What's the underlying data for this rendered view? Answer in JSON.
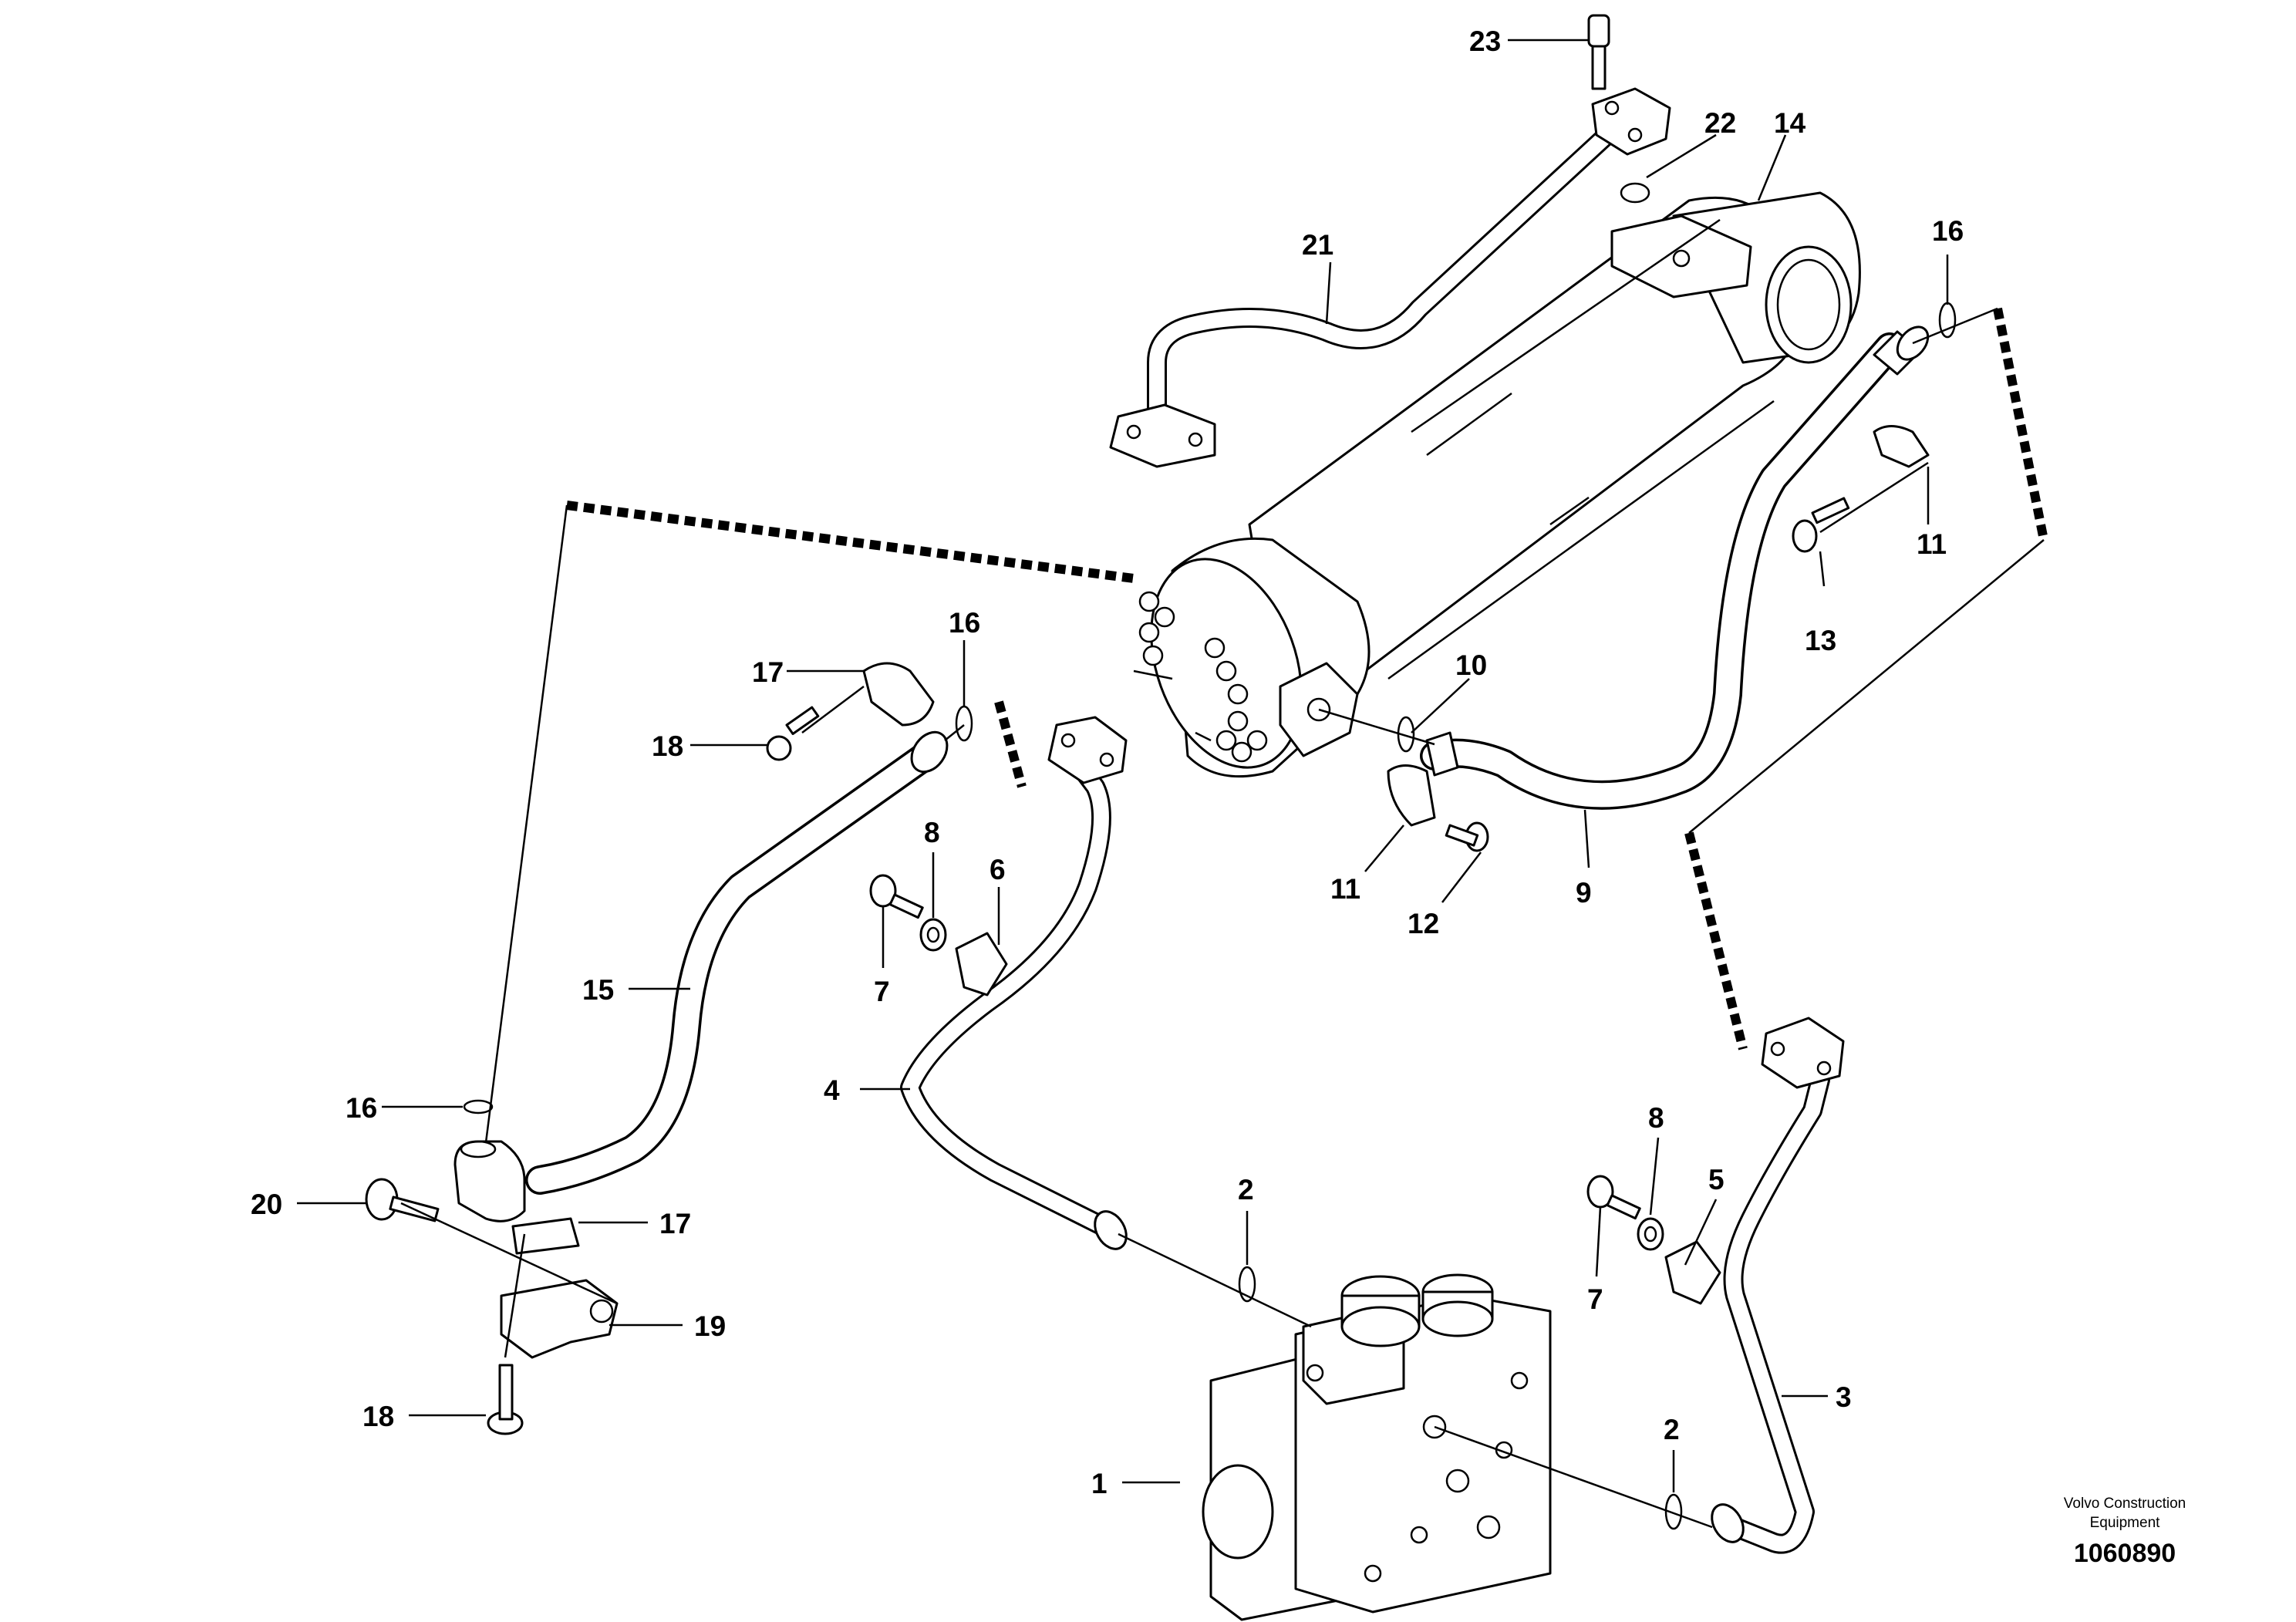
{
  "callouts": {
    "c1": "1",
    "c2a": "2",
    "c2b": "2",
    "c3": "3",
    "c4": "4",
    "c5": "5",
    "c6": "6",
    "c7a": "7",
    "c7b": "7",
    "c8a": "8",
    "c8b": "8",
    "c9": "9",
    "c10": "10",
    "c11a": "11",
    "c11b": "11",
    "c12": "12",
    "c13": "13",
    "c14": "14",
    "c15": "15",
    "c16a": "16",
    "c16b": "16",
    "c16c": "16",
    "c17a": "17",
    "c17b": "17",
    "c18a": "18",
    "c18b": "18",
    "c19": "19",
    "c20": "20",
    "c21": "21",
    "c22": "22",
    "c23": "23"
  },
  "branding": {
    "line1": "Volvo Construction",
    "line2": "Equipment",
    "doc_number": "1060890"
  }
}
